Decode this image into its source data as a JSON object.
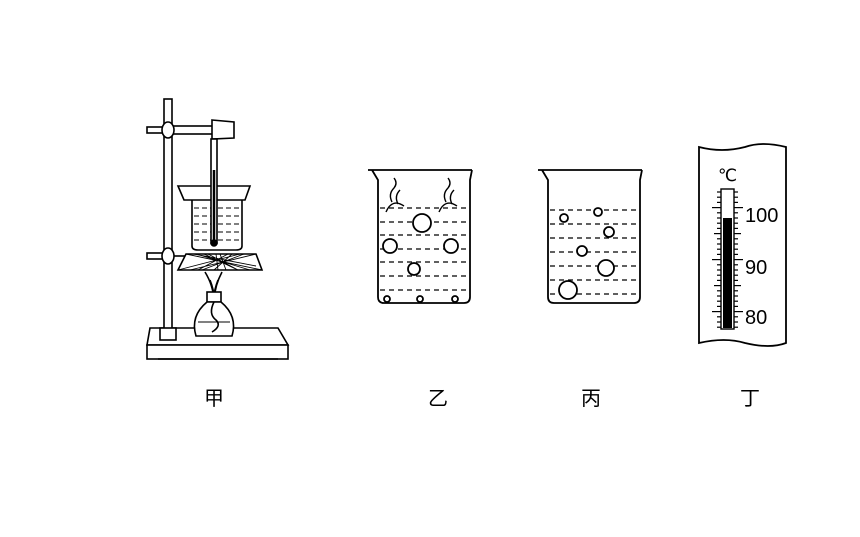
{
  "labels": {
    "jia": "甲",
    "yi": "乙",
    "bing": "丙",
    "ding": "丁"
  },
  "thermometer": {
    "unit": "℃",
    "ticks": [
      "100",
      "90",
      "80"
    ]
  }
}
